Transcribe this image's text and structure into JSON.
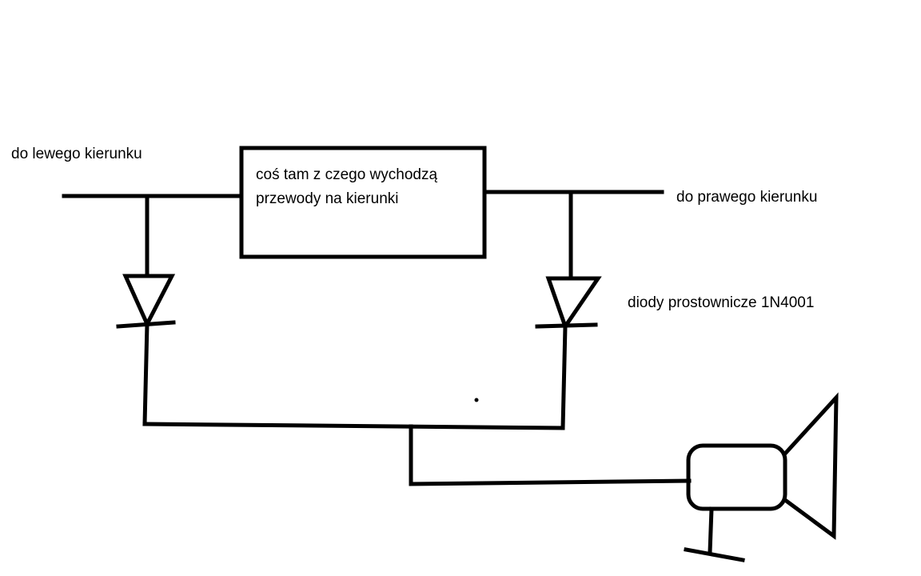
{
  "labels": {
    "left_direction": "do lewego kierunku",
    "box_line1": "coś tam z czego wychodzą",
    "box_line2": "przewody na kierunki",
    "right_direction": "do prawego kierunku",
    "diodes": "diody prostownicze 1N4001"
  },
  "colors": {
    "ink": "#000000",
    "background": "#ffffff"
  }
}
